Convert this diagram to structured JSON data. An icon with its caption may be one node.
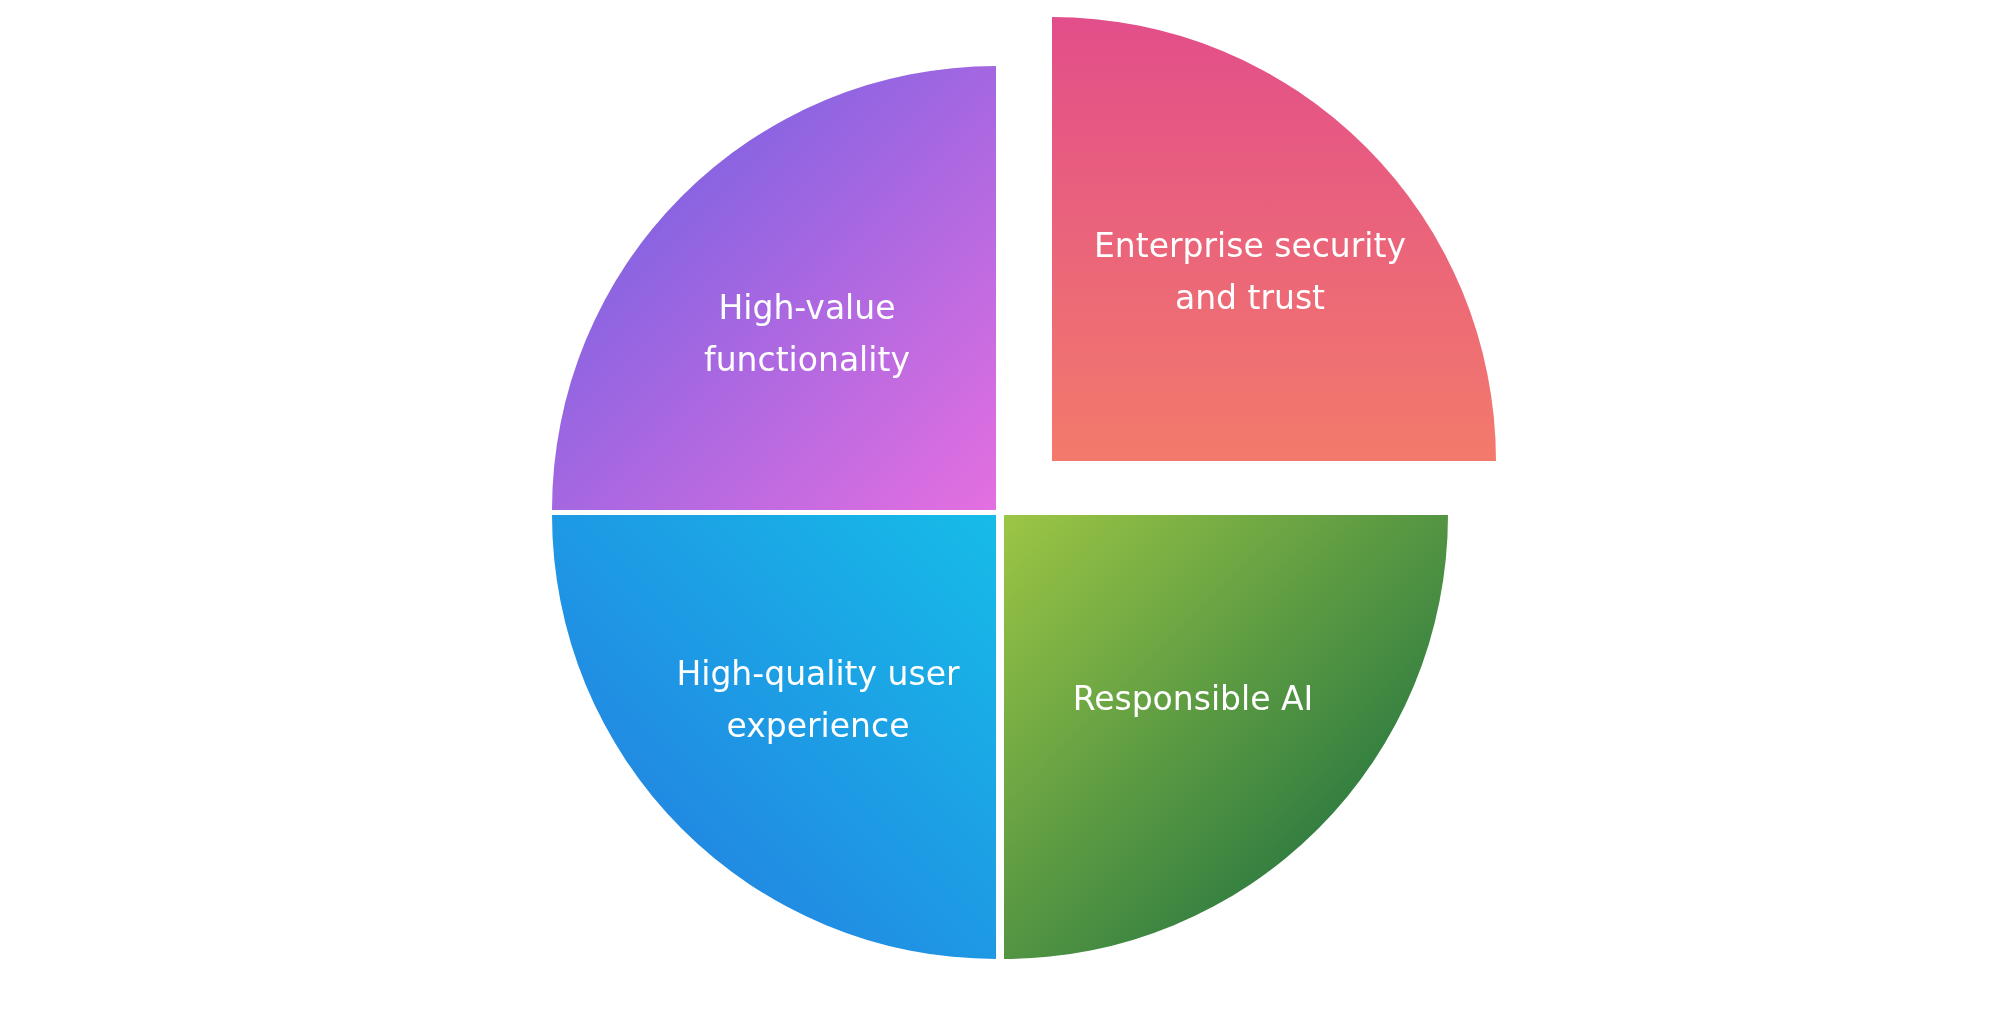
{
  "diagram": {
    "nodes": [
      {
        "text": [
          "High-value functionality"
        ]
      },
      {
        "text": [
          "Enterprise security and trust"
        ]
      },
      {
        "text": [
          "High-quality user experience"
        ]
      },
      {
        "text": [
          "Responsible AI"
        ]
      }
    ]
  }
}
